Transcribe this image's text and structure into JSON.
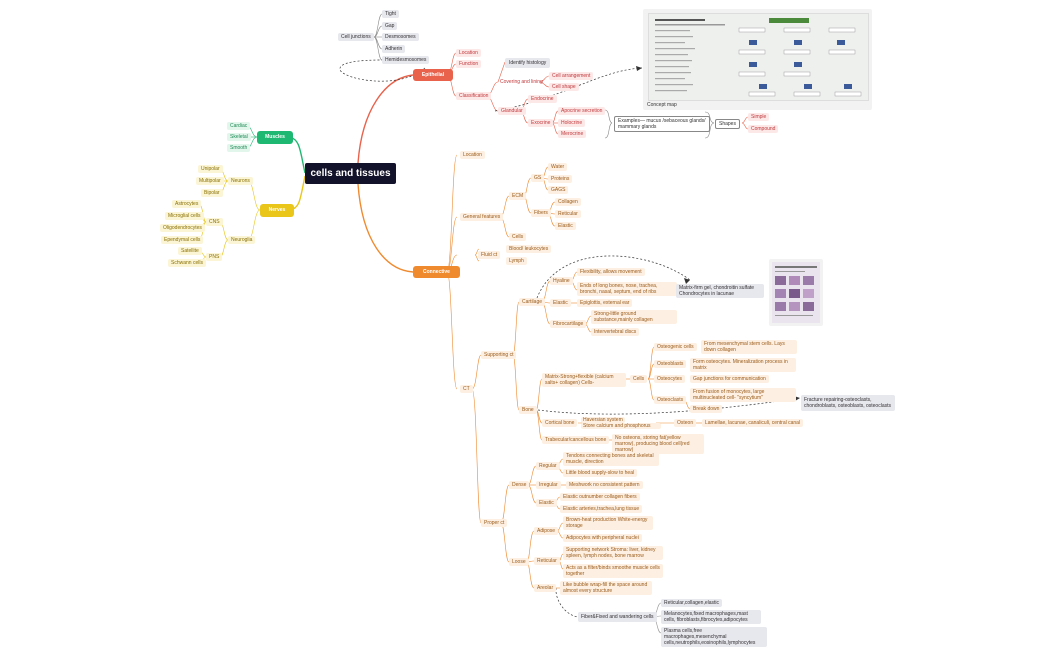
{
  "central": "cells and tissues",
  "main": {
    "epithelial": "Epithelial",
    "connective": "Connective",
    "muscles": "Muscles",
    "nerves": "Nerves"
  },
  "epithelial": {
    "cell_junctions": "Cell junctions",
    "junctions": [
      "Tight",
      "Gap",
      "Desmosomes",
      "Adherin",
      "Hemidesmosomes"
    ],
    "location": "Location",
    "function": "Function",
    "classification": "Classification",
    "identify_histology": "Identify histology",
    "covering_lining": "Covering and lining",
    "cell_arrangement": "Cell arrangement",
    "cell_shape": "Cell shape",
    "glandular": "Glandular",
    "endocrine": "Endocrine",
    "exocrine": "Exocrine",
    "apocrine": "Apocrine secretion",
    "holocrine": "Holocrine",
    "merocrine": "Merocrine",
    "examples": "Examples— mucus /sebaceous glands/ mammary glands",
    "shapes": "Shapes",
    "simple": "Simple",
    "compound": "Compound",
    "concept_map_caption": "Concept map"
  },
  "connective": {
    "location": "Location",
    "general_features": "General features",
    "ecm": "ECM",
    "gs": "GS",
    "gs_items": [
      "Water",
      "Proteins",
      "GAGS"
    ],
    "fibers": "Fibers",
    "fiber_items": [
      "Collagen",
      "Reticular",
      "Elastic"
    ],
    "cells": "Cells",
    "fluid_ct": "Fluid ct",
    "blood": "Blood/ leukocytes",
    "lymph": "Lymph",
    "ct": "CT",
    "supporting_ct": "Supporting ct",
    "cartilage": "Cartilage",
    "hyaline": "Hyaline",
    "hyaline_1": "Flexibility, allows movement",
    "hyaline_2": "Ends of long bones, nose, trachea, bronchi, nasal, septum, end of ribs",
    "elastic": "Elastic",
    "elastic_1": "Epiglottis, external ear",
    "fibrocartilage": "Fibrocartilage",
    "fibro_1": "Strong-little ground substance,mainly collagen",
    "fibro_2": "Intervertebral discs",
    "matrix_note": "Matrix-firm gel, chondroitin sulfate Chondrocytes in lacunae",
    "bone": "Bone",
    "bone_matrix": "Matrix-Strong+flexible (calcium salts+ collagen)   Cells-",
    "bone_cells": "Cells",
    "osteogenic": "Osteogenic cells",
    "osteogenic_d": "From mesenchymal stem cells.  Lays down collagen",
    "osteoblasts": "Osteoblasts",
    "osteoblasts_d": "Form osteocytes.  Mineralization process in matrix",
    "osteocytes": "Osteocytes",
    "osteocytes_d": "Gap junctions for communication",
    "osteoclasts": "Osteoclasts",
    "osteoclasts_d": "From fusion of monocytes, large multinucleated cell- \"syncytium\"",
    "break_down": "Break down",
    "fracture": "Fracture repairing-osteoclasts, chondroblasts, osteoblasts, osteoclasts",
    "cortical": "Cortical bone",
    "haversian": "Haversian system",
    "store_calcium": "Store calcium and phosphorus",
    "osteon": "Osteon",
    "osteon_d": "Lamellae, lacunae, canaliculi, central canal",
    "trabecular": "Trabecular/cancellous bone",
    "trabecular_d": "No osteons, storing fat(yellow marrow), producing blood cell(red marrow)",
    "proper_ct": "Proper ct",
    "dense": "Dense",
    "regular": "Regular",
    "regular_1": "Tendons connecting bones and skeletal muscle, direction",
    "regular_2": "Little blood supply-slow to heal",
    "irregular": "Irregular",
    "irregular_1": "Meshwork no consistent pattern",
    "dense_elastic": "Elastic",
    "dense_elastic_1": "Elastic outnumber collagen fibers",
    "dense_elastic_2": "Elastic arteries,trachea,lung tissue",
    "loose": "Loose",
    "adipose": "Adipose",
    "adipose_1": "Brown-heat production White-energy storage",
    "adipose_2": "Adipocytes with peripheral nuclei",
    "reticular": "Reticular",
    "reticular_1": "Supporting network Stroma: liver, kidney spleen, lymph nodes, bone marrow",
    "reticular_2": "Acts as a filter/binds smoothe muscle cells together",
    "areolar": "Areolar",
    "areolar_1": "Like bubble wrap-fill the space around almost every structure",
    "fibers_cells": "Fiber&Fixed and wandering cells",
    "fc_1": "Reticular,collagen,elastic",
    "fc_2": "Melanocytes,fixed macrophages,mast cells, fibroblasts,fibrocytes,adipocytes",
    "fc_3": "Plasma cells,free macrophages,mesenchymal cells,neutrophils,eosinophils,lymphocytes"
  },
  "muscles": [
    "Cardiac",
    "Skeletal",
    "Smooth"
  ],
  "nerves": {
    "neurons": "Neurons",
    "neuron_types": [
      "Unipolar",
      "Multipolar",
      "Bipolar"
    ],
    "neuroglia": "Neuroglia",
    "cns": "CNS",
    "cns_items": [
      "Astrocytes",
      "Microglial cells",
      "Oligodendrocytes",
      "Ependymal cells"
    ],
    "pns": "PNS",
    "pns_items": [
      "Satellite",
      "Schwann cells"
    ]
  },
  "colors": {
    "epithelial": "#e8624c",
    "connective": "#ef8a2f",
    "muscles": "#1fb872",
    "nerves": "#e9c619",
    "central": "#12122a"
  }
}
